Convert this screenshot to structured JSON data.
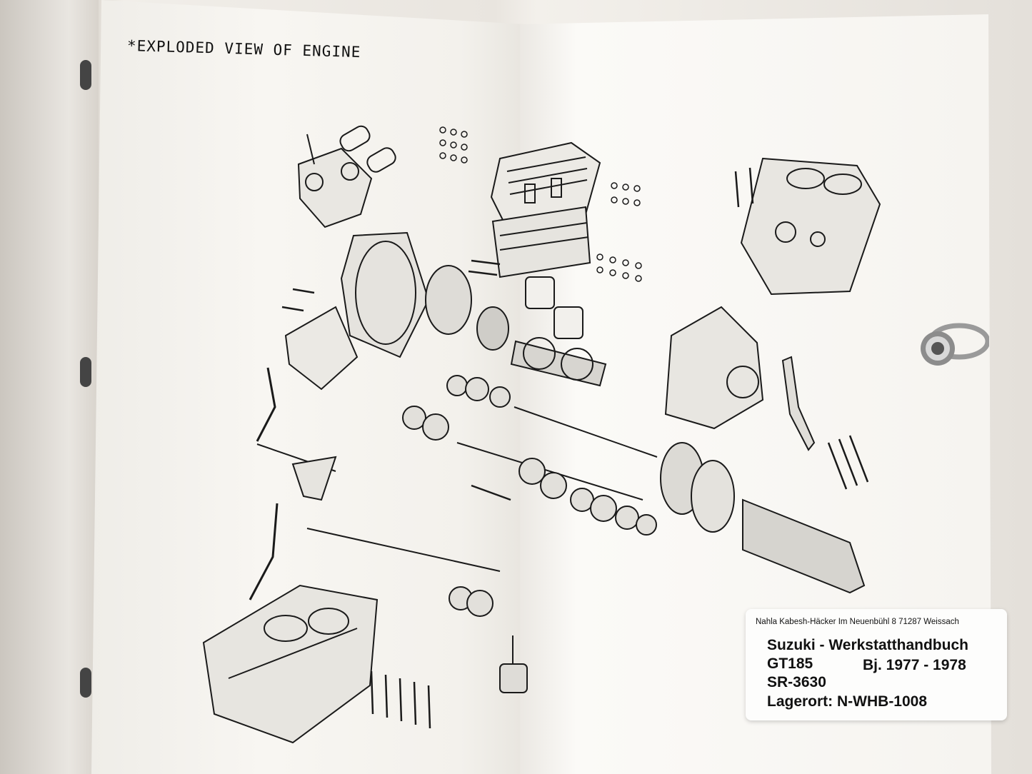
{
  "page": {
    "title": "*EXPLODED VIEW OF ENGINE"
  },
  "sticker": {
    "address": "Nahla Kabesh-Häcker  Im Neuenbühl 8  71287 Weissach",
    "line1": "Suzuki - Werkstatthandbuch",
    "model": "GT185",
    "years": "Bj. 1977 - 1978",
    "code": "SR-3630",
    "location": "Lagerort: N-WHB-1008"
  },
  "colors": {
    "ink": "#111111",
    "paper": "#f6f4f0"
  }
}
